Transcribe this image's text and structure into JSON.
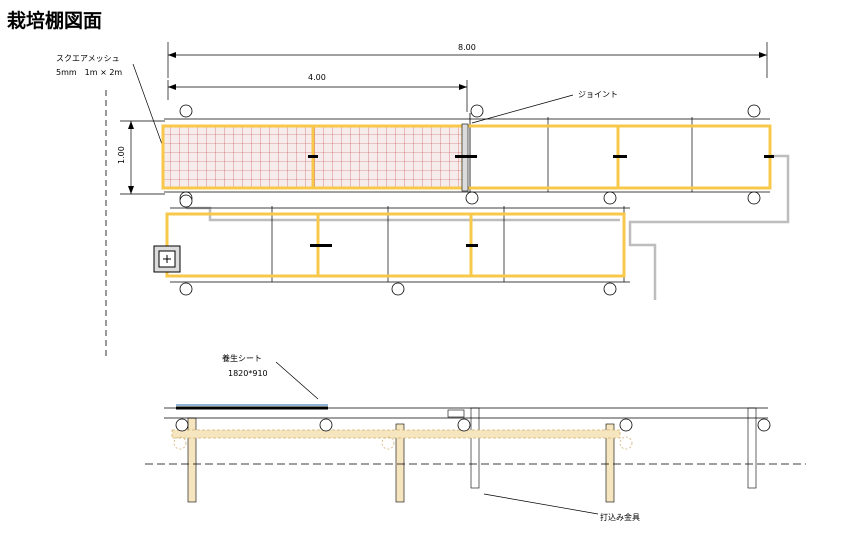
{
  "title": "栽培棚図面",
  "mesh": {
    "label": "スクエアメッシュ",
    "spec": "5mm　1m × 2m"
  },
  "dimensions": {
    "total_length": "8.00",
    "half_length": "4.00",
    "width": "1.00"
  },
  "labels": {
    "joint": "ジョイント",
    "sheet": "養生シート",
    "sheet_size": "1820*910",
    "stake": "打込み金具"
  },
  "colors": {
    "frame": "#f7c84a",
    "mesh_grid": "#c04040",
    "mesh_fill": "#f6ecec",
    "stake": "#f6e6c0",
    "pipe": "#000000",
    "return_pipe": "#bdbdbd"
  }
}
